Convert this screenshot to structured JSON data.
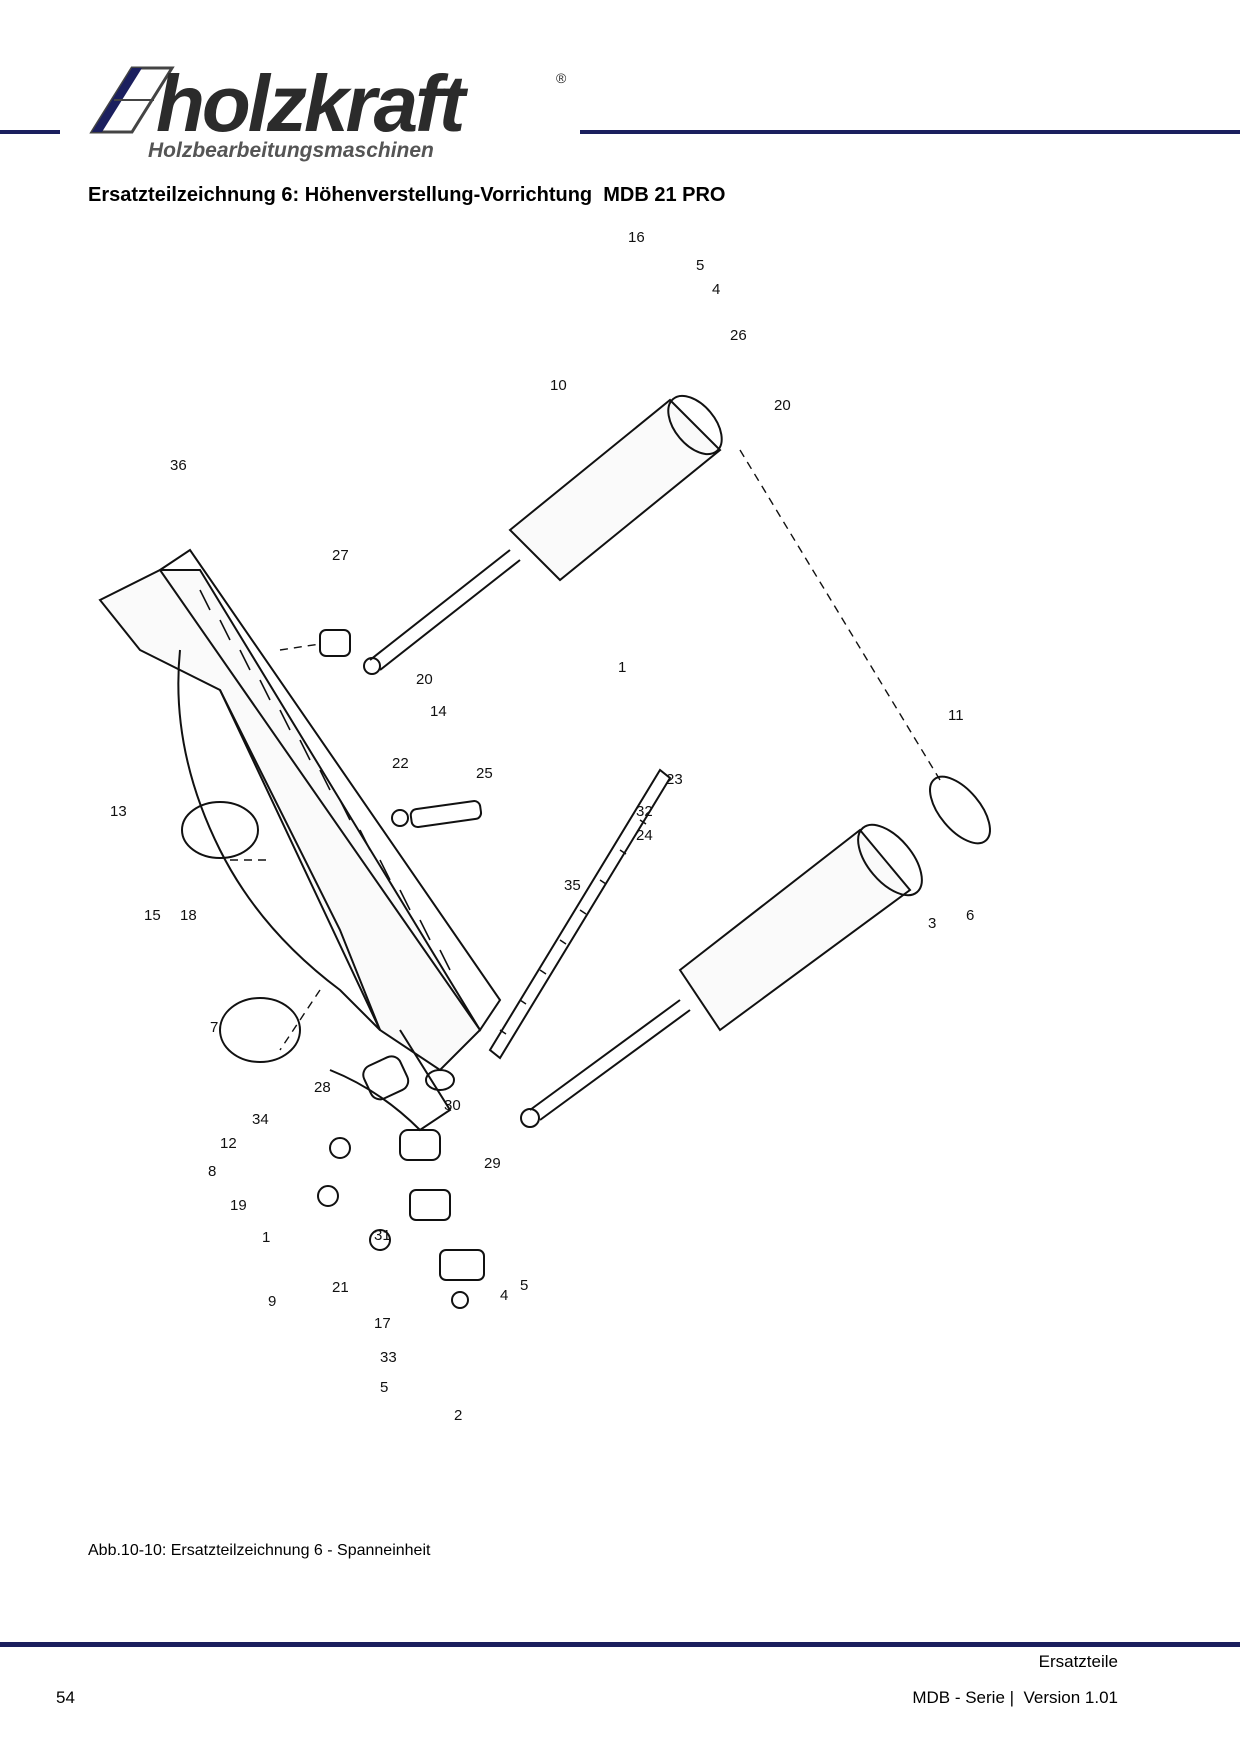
{
  "header": {
    "logo_word": "holzkraft",
    "logo_registered": "®",
    "logo_tagline": "Holzbearbeitungsmaschinen",
    "accent_color": "#1b1f5e"
  },
  "title": "Ersatzteilzeichnung 6: Höhenverstellung-Vorrichtung  MDB 21 PRO",
  "callouts": [
    "16",
    "5",
    "4",
    "26",
    "10",
    "20",
    "36",
    "27",
    "20",
    "14",
    "1",
    "11",
    "22",
    "25",
    "23",
    "32",
    "24",
    "13",
    "15",
    "18",
    "35",
    "3",
    "6",
    "7",
    "28",
    "30",
    "34",
    "12",
    "8",
    "19",
    "1",
    "9",
    "21",
    "31",
    "29",
    "17",
    "33",
    "5",
    "4",
    "5",
    "2"
  ],
  "caption": "Abb.10-10: Ersatzteilzeichnung 6 - Spanneinheit",
  "footer": {
    "section": "Ersatzteile",
    "page_number": "54",
    "series": "MDB - Serie |  Version 1.01"
  }
}
